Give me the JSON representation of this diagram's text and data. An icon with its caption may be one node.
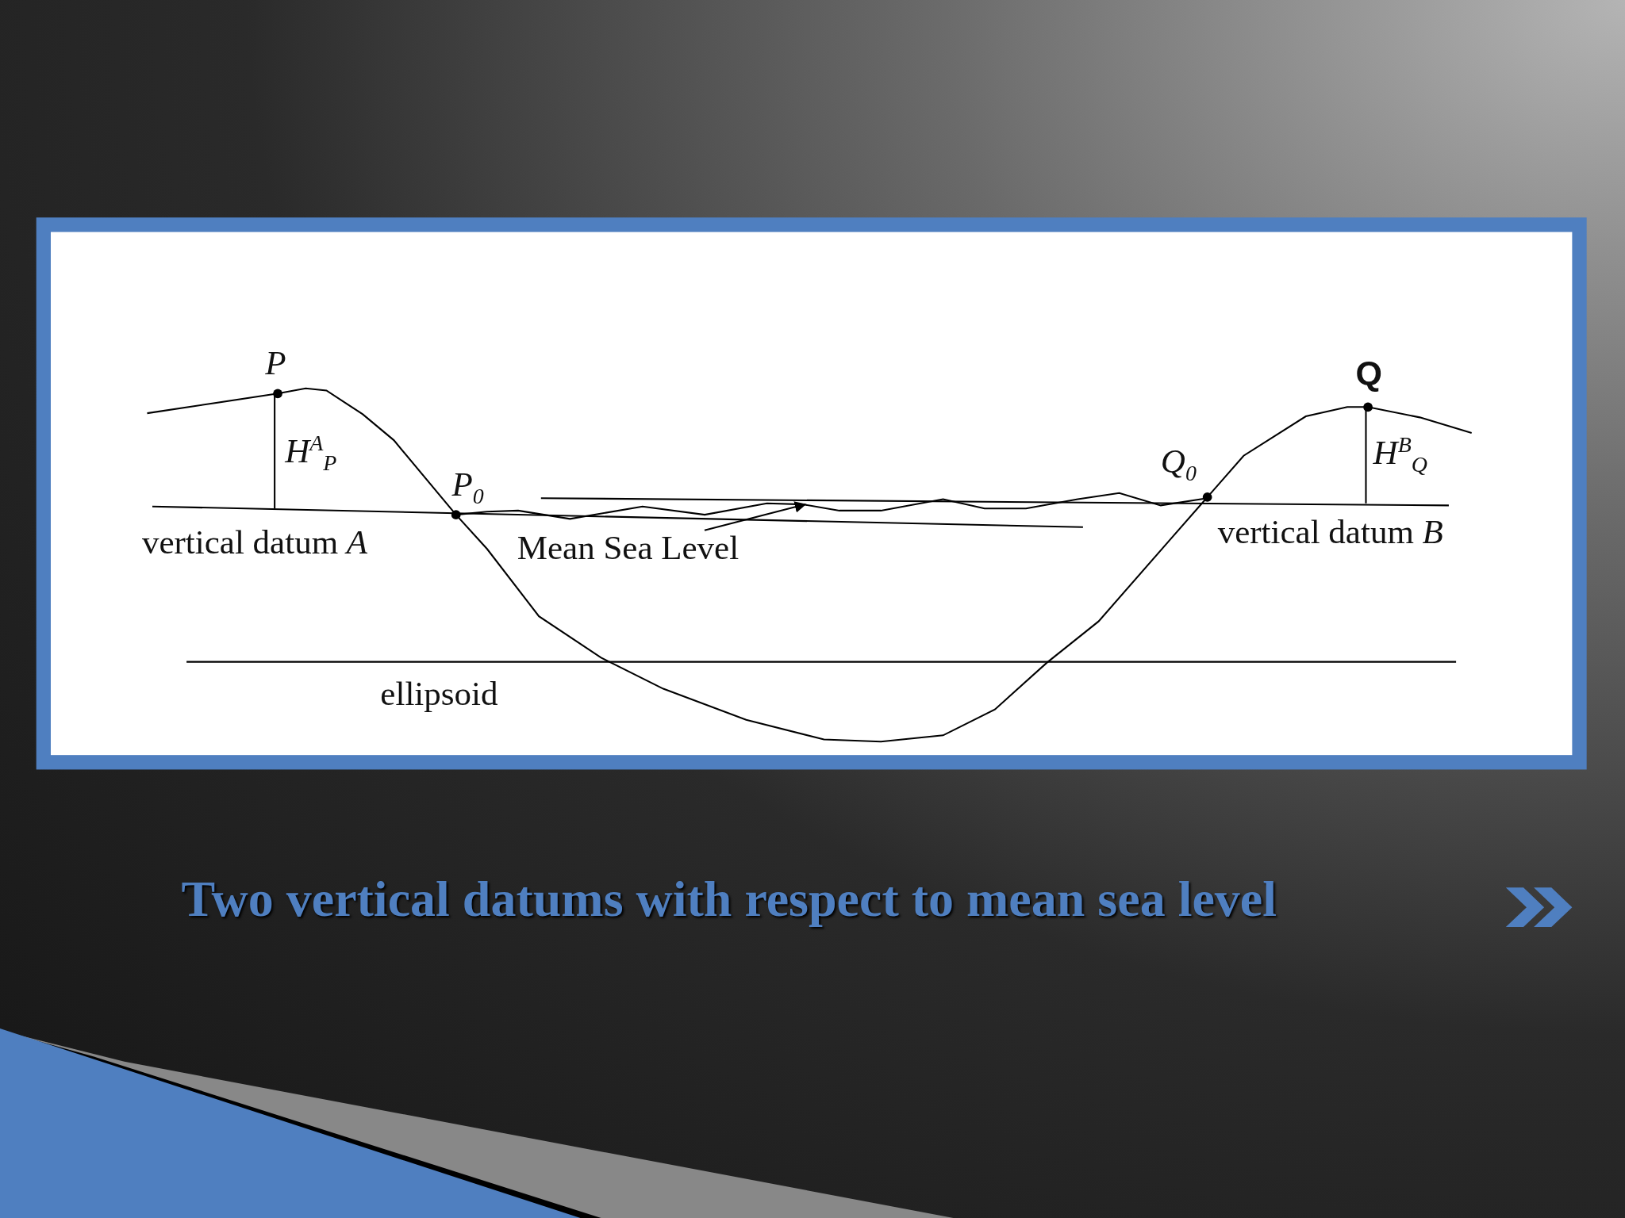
{
  "diagram": {
    "title": "Two vertical datums with respect to mean sea level",
    "nodes": [
      {
        "text": [
          "Mean Sea Level"
        ]
      },
      {
        "text": [],
        "shape": "line"
      }
    ],
    "edges": [
      {
        "from": 0,
        "to": 1,
        "arrow": "to"
      }
    ],
    "labels": [
      "P",
      "H$^{A}$$_{P}$",
      "P$_{0}$",
      "vertical datum *A*",
      "Q$_{0}$",
      "Q",
      "H$^{B}$$_{Q}$",
      "vertical datum *B*",
      "ellipsoid"
    ]
  }
}
